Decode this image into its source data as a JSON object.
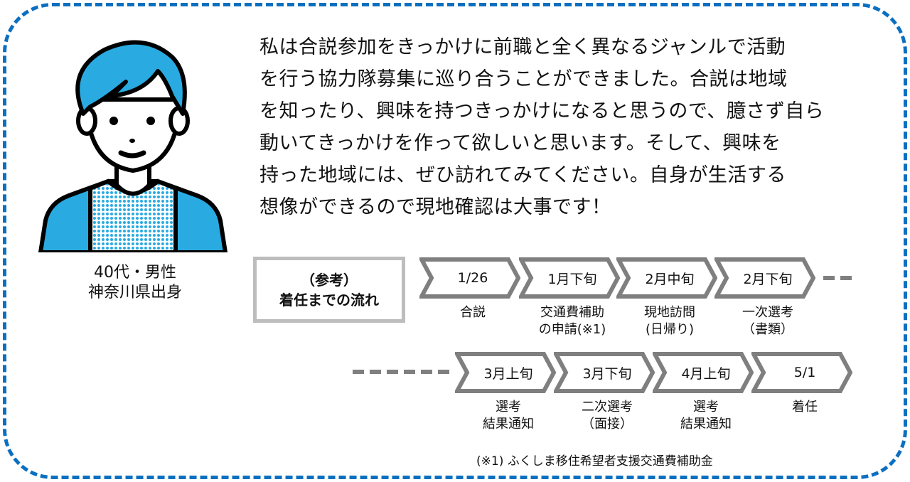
{
  "profile": {
    "line1": "40代・男性",
    "line2": "神奈川県出身"
  },
  "message": [
    "私は合説参加をきっかけに前職と全く異なるジャンルで活動",
    "を行う協力隊募集に巡り合うことができました。合説は地域",
    "を知ったり、興味を持つきっかけになると思うので、臆さず自ら",
    "動いてきっかけを作って欲しいと思います。そして、興味を",
    "持った地域には、ぜひ訪れてみてください。自身が生活する",
    "想像ができるので現地確認は大事です！"
  ],
  "reference": {
    "line1": "（参考）",
    "line2": "着任までの流れ"
  },
  "timeline": [
    {
      "date": "1/26",
      "desc": [
        "合説"
      ]
    },
    {
      "date": "1月下旬",
      "desc": [
        "交通費補助",
        "の申請(※1)"
      ]
    },
    {
      "date": "2月中旬",
      "desc": [
        "現地訪問",
        "(日帰り)"
      ]
    },
    {
      "date": "2月下旬",
      "desc": [
        "一次選考",
        "（書類）"
      ]
    },
    {
      "date": "3月上旬",
      "desc": [
        "選考",
        "結果通知"
      ]
    },
    {
      "date": "3月下旬",
      "desc": [
        "二次選考",
        "（面接）"
      ]
    },
    {
      "date": "4月上旬",
      "desc": [
        "選考",
        "結果通知"
      ]
    },
    {
      "date": "5/1",
      "desc": [
        "着任"
      ]
    }
  ],
  "footnote": "(※1) ふくしま移住希望者支援交通費補助金",
  "colors": {
    "border": "#0b6fc0",
    "accent": "#29abe2",
    "chevron": "#7f7f7f"
  }
}
